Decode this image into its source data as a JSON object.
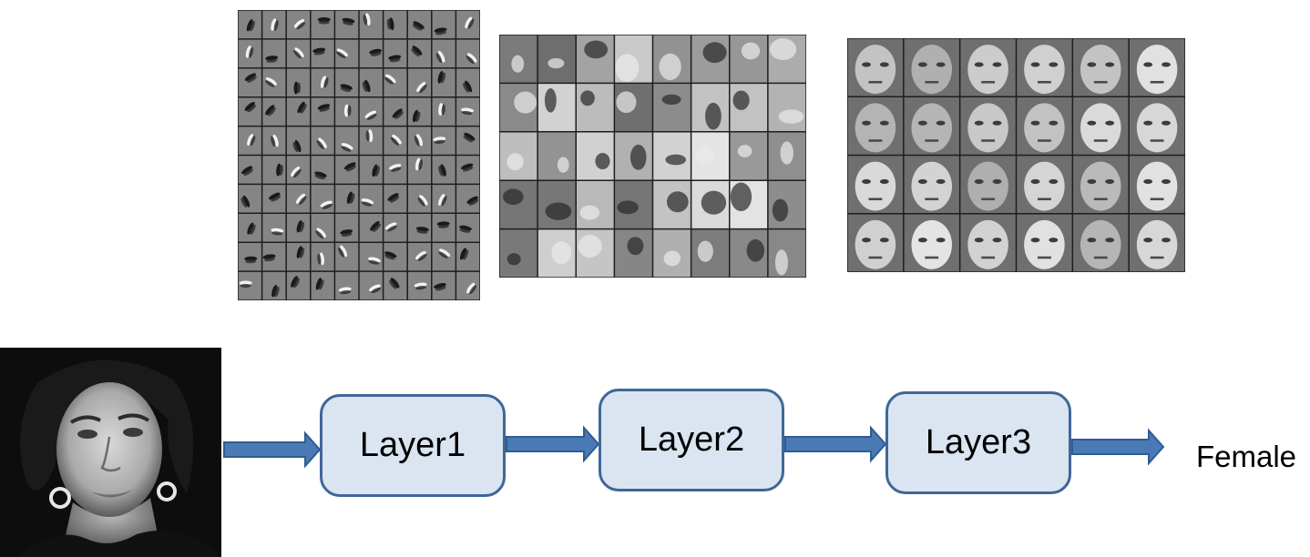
{
  "colors": {
    "box_fill": "#dbe5f1",
    "box_border": "#3e6797",
    "arrow_fill": "#4a7ab5",
    "arrow_border": "#2f5c92",
    "panel_gray": "#7f7f7f"
  },
  "input_image": {
    "icon": "face-photo",
    "description_hidden": true
  },
  "feature_panels": [
    {
      "icon": "edge-filters-grid",
      "rows": 10,
      "cols": 10
    },
    {
      "icon": "face-parts-grid",
      "rows": 5,
      "cols": 8
    },
    {
      "icon": "face-templates-grid",
      "rows": 4,
      "cols": 6
    }
  ],
  "layers": [
    {
      "label": "Layer1"
    },
    {
      "label": "Layer2"
    },
    {
      "label": "Layer3"
    }
  ],
  "output": {
    "label": "Female"
  }
}
